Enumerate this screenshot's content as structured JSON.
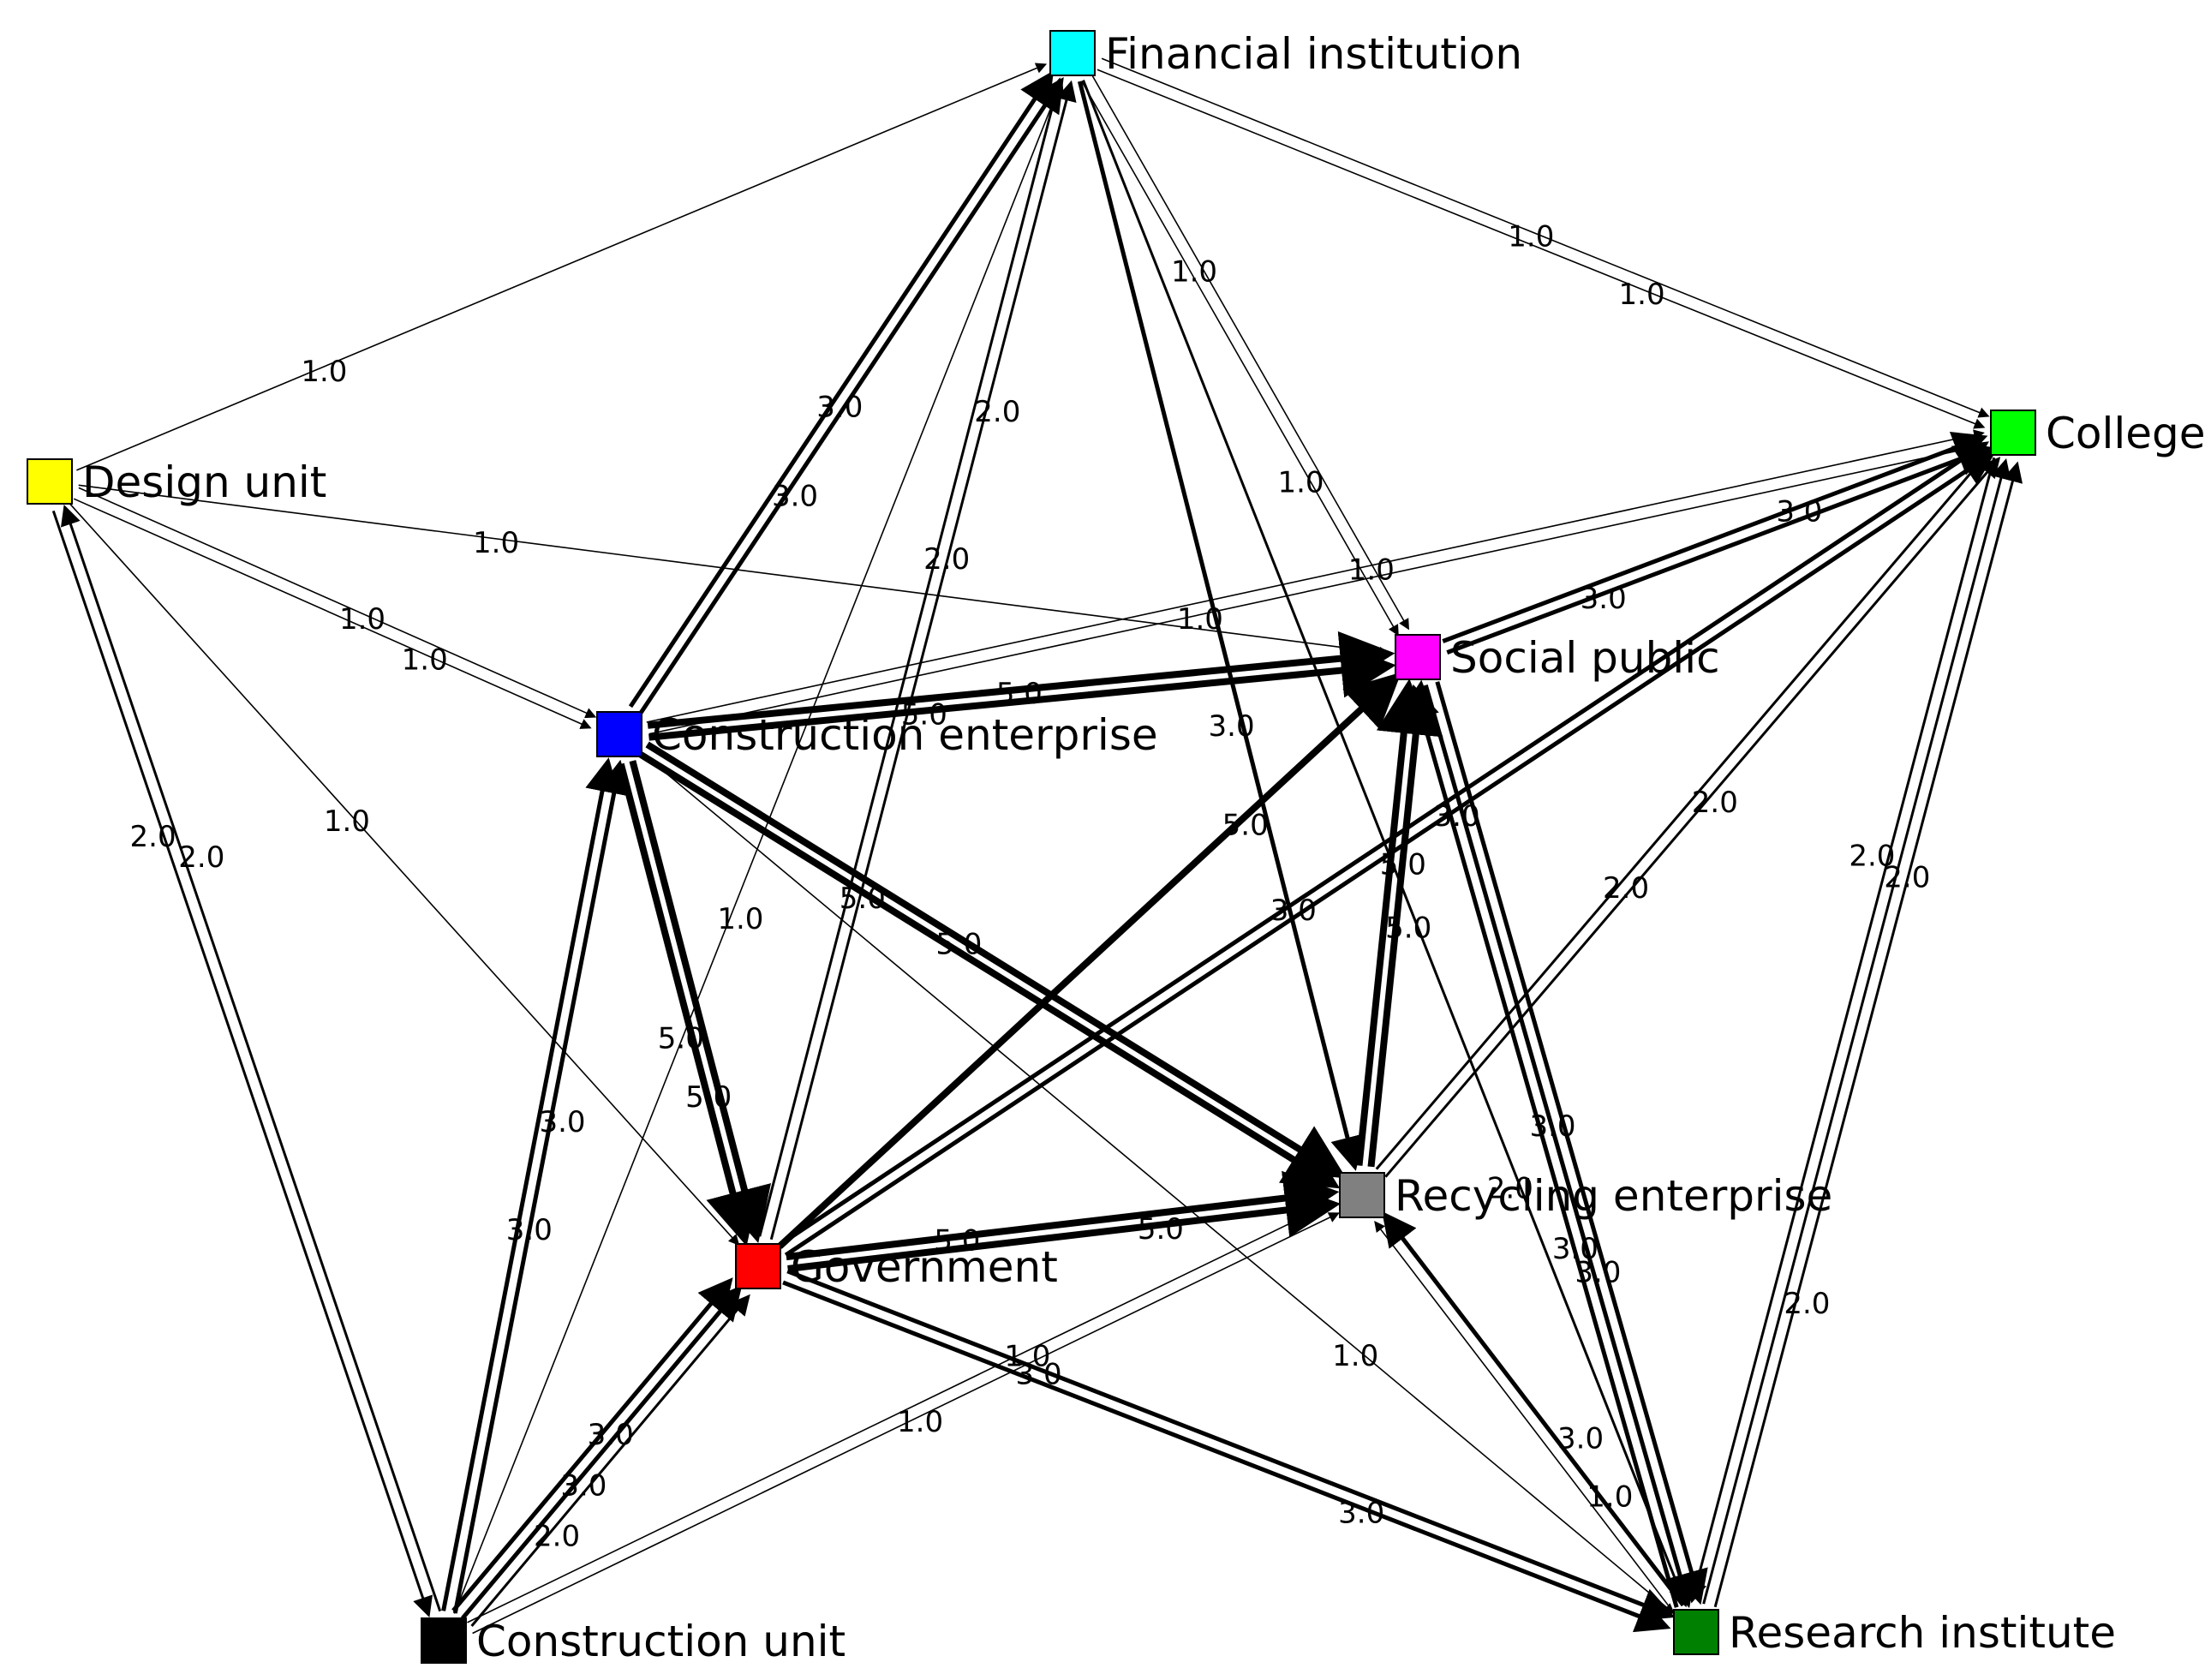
{
  "nodes": [
    {
      "id": "fin",
      "label": "Financial institution",
      "color": "#00FFFF"
    },
    {
      "id": "col",
      "label": "College",
      "color": "#00FF00"
    },
    {
      "id": "des",
      "label": "Design unit",
      "color": "#FFFF00"
    },
    {
      "id": "soc",
      "label": "Social public",
      "color": "#FF00FF"
    },
    {
      "id": "ce",
      "label": "Construction enterprise",
      "color": "#0000FF"
    },
    {
      "id": "rec",
      "label": "Recycling enterprise",
      "color": "#808080"
    },
    {
      "id": "gov",
      "label": "Government",
      "color": "#FF0000"
    },
    {
      "id": "cu",
      "label": "Construction unit",
      "color": "#000000"
    },
    {
      "id": "ri",
      "label": "Research institute",
      "color": "#008000"
    }
  ],
  "edges": [
    {
      "from": "des",
      "to": "fin",
      "weight": "1.0"
    },
    {
      "from": "fin",
      "to": "col",
      "weight": "1.0"
    },
    {
      "from": "fin",
      "to": "col",
      "weight": "1.0"
    },
    {
      "from": "fin",
      "to": "soc",
      "weight": "1.0"
    },
    {
      "from": "fin",
      "to": "soc",
      "weight": "1.0"
    },
    {
      "from": "fin",
      "to": "rec",
      "weight": "3.0"
    },
    {
      "from": "ce",
      "to": "fin",
      "weight": "3.0"
    },
    {
      "from": "ce",
      "to": "fin",
      "weight": "3.0"
    },
    {
      "from": "gov",
      "to": "fin",
      "weight": "2.0"
    },
    {
      "from": "gov",
      "to": "fin",
      "weight": "2.0"
    },
    {
      "from": "cu",
      "to": "fin",
      "weight": "1.0"
    },
    {
      "from": "des",
      "to": "soc",
      "weight": "1.0"
    },
    {
      "from": "des",
      "to": "ce",
      "weight": "1.0"
    },
    {
      "from": "des",
      "to": "ce",
      "weight": "1.0"
    },
    {
      "from": "des",
      "to": "gov",
      "weight": "1.0"
    },
    {
      "from": "des",
      "to": "cu",
      "weight": "2.0"
    },
    {
      "from": "cu",
      "to": "des",
      "weight": "2.0"
    },
    {
      "from": "ce",
      "to": "col",
      "weight": "1.0"
    },
    {
      "from": "ce",
      "to": "col",
      "weight": "1.0"
    },
    {
      "from": "soc",
      "to": "col",
      "weight": "3.0"
    },
    {
      "from": "soc",
      "to": "col",
      "weight": "3.0"
    },
    {
      "from": "rec",
      "to": "col",
      "weight": "2.0"
    },
    {
      "from": "rec",
      "to": "col",
      "weight": "2.0"
    },
    {
      "from": "ri",
      "to": "col",
      "weight": "2.0"
    },
    {
      "from": "ri",
      "to": "col",
      "weight": "2.0"
    },
    {
      "from": "ce",
      "to": "soc",
      "weight": "5.0"
    },
    {
      "from": "ce",
      "to": "soc",
      "weight": "5.0"
    },
    {
      "from": "gov",
      "to": "soc",
      "weight": "5.0"
    },
    {
      "from": "rec",
      "to": "soc",
      "weight": "5.0"
    },
    {
      "from": "rec",
      "to": "soc",
      "weight": "5.0"
    },
    {
      "from": "ri",
      "to": "soc",
      "weight": "3.0"
    },
    {
      "from": "ce",
      "to": "gov",
      "weight": "5.0"
    },
    {
      "from": "ce",
      "to": "gov",
      "weight": "5.0"
    },
    {
      "from": "ce",
      "to": "rec",
      "weight": "5.0"
    },
    {
      "from": "ce",
      "to": "rec",
      "weight": "5.0"
    },
    {
      "from": "ce",
      "to": "ri",
      "weight": "1.0"
    },
    {
      "from": "cu",
      "to": "ce",
      "weight": "3.0"
    },
    {
      "from": "cu",
      "to": "ce",
      "weight": "3.0"
    },
    {
      "from": "gov",
      "to": "rec",
      "weight": "5.0"
    },
    {
      "from": "gov",
      "to": "rec",
      "weight": "5.0"
    },
    {
      "from": "gov",
      "to": "col",
      "weight": "3.0"
    },
    {
      "from": "gov",
      "to": "col",
      "weight": "3.0"
    },
    {
      "from": "gov",
      "to": "ri",
      "weight": "3.0"
    },
    {
      "from": "gov",
      "to": "ri",
      "weight": "3.0"
    },
    {
      "from": "cu",
      "to": "gov",
      "weight": "3.0"
    },
    {
      "from": "cu",
      "to": "gov",
      "weight": "3.0"
    },
    {
      "from": "cu",
      "to": "gov",
      "weight": "2.0"
    },
    {
      "from": "cu",
      "to": "rec",
      "weight": "1.0"
    },
    {
      "from": "cu",
      "to": "rec",
      "weight": "1.0"
    },
    {
      "from": "ri",
      "to": "rec",
      "weight": "3.0"
    },
    {
      "from": "ri",
      "to": "rec",
      "weight": "1.0"
    },
    {
      "from": "soc",
      "to": "ri",
      "weight": "3.0"
    },
    {
      "from": "soc",
      "to": "ri",
      "weight": "3.0"
    },
    {
      "from": "col",
      "to": "ri",
      "weight": "2.0"
    },
    {
      "from": "fin",
      "to": "ri",
      "weight": "2.0"
    }
  ]
}
